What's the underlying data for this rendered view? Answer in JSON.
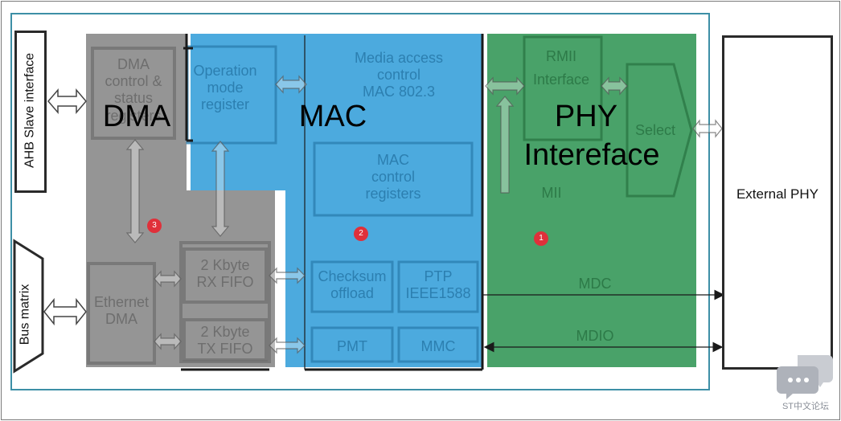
{
  "diagram": {
    "left_blocks": {
      "ahb": "AHB Slave interface",
      "bus_matrix": "Bus matrix"
    },
    "dma": {
      "label": "DMA",
      "control_status": "DMA\ncontrol &\nstatus\nregisters",
      "ethernet_dma": "Ethernet\nDMA",
      "rx_fifo": "2 Kbyte\nRX FIFO",
      "tx_fifo": "2 Kbyte\nTX FIFO",
      "marker": "3"
    },
    "mac": {
      "label": "MAC",
      "operation_mode": "Operation\nmode\nregister",
      "media_access": "Media access\ncontrol\nMAC 802.3",
      "control_registers": "MAC\ncontrol\nregisters",
      "checksum": "Checksum\noffload",
      "ptp": "PTP\nIEEE1588",
      "pmt": "PMT",
      "mmc": "MMC",
      "marker": "2"
    },
    "phy": {
      "label_line1": "PHY",
      "label_line2": "Intereface",
      "rmii": "RMII\nInterface",
      "select": "Select",
      "mii": "MII",
      "mdc": "MDC",
      "mdio": "MDIO",
      "marker": "1"
    },
    "external_phy": "External PHY",
    "watermark": "ST中文论坛",
    "colors": {
      "outer_border": "#3d8fa6",
      "dma_overlay": "#8c8c8c",
      "mac_overlay": "#3ea4dc",
      "phy_overlay": "#3a9a5c",
      "marker": "#e0303a"
    }
  }
}
